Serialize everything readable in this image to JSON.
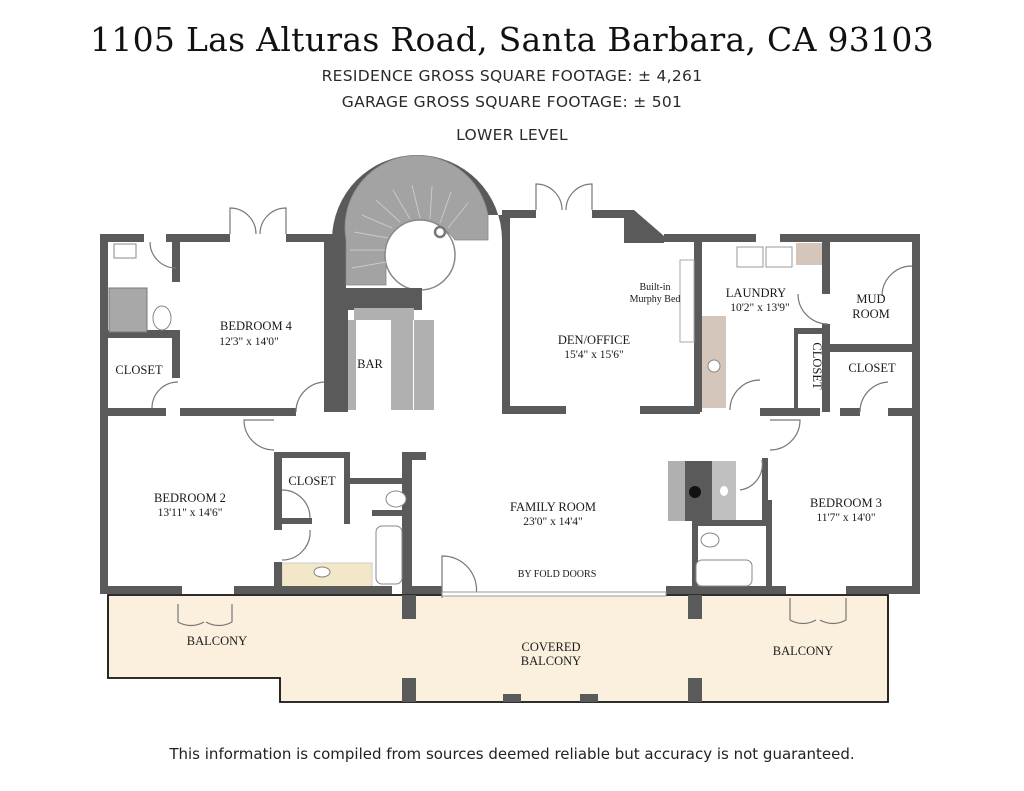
{
  "header": {
    "title": "1105 Las Alturas Road, Santa Barbara, CA 93103",
    "residence_sqft": "RESIDENCE GROSS SQUARE FOOTAGE: ± 4,261",
    "garage_sqft": "GARAGE GROSS SQUARE FOOTAGE: ± 501",
    "level": "LOWER LEVEL"
  },
  "rooms": {
    "bedroom4": {
      "name": "BEDROOM 4",
      "dims": "12'3\" x 14'0\""
    },
    "bedroom2": {
      "name": "BEDROOM 2",
      "dims": "13'11\" x 14'6\""
    },
    "bedroom3": {
      "name": "BEDROOM 3",
      "dims": "11'7\" x 14'0\""
    },
    "den": {
      "name": "DEN/OFFICE",
      "dims": "15'4\" x 15'6\""
    },
    "laundry": {
      "name": "LAUNDRY",
      "dims": "10'2\" x 13'9\""
    },
    "family": {
      "name": "FAMILY ROOM",
      "dims": "23'0\" x 14'4\""
    },
    "bar": "BAR",
    "mud_line1": "MUD",
    "mud_line2": "ROOM",
    "closet_b4": "CLOSET",
    "closet_b2": "CLOSET",
    "closet_laundry": "CLOSET",
    "closet_b3": "CLOSET",
    "murphy_line1": "Built-in",
    "murphy_line2": "Murphy Bed",
    "bifold": "BY FOLD DOORS",
    "balcony_left": "BALCONY",
    "balcony_right": "BALCONY",
    "covered_line1": "COVERED",
    "covered_line2": "BALCONY"
  },
  "colors": {
    "wall": "#5a5a5a",
    "balcony": "#faf0dd",
    "stair": "#9a9a9a",
    "counter": "#d4c6bb",
    "bath_tile": "#f3e7c9"
  },
  "footer": "This information is compiled from sources deemed reliable but accuracy is not guaranteed."
}
